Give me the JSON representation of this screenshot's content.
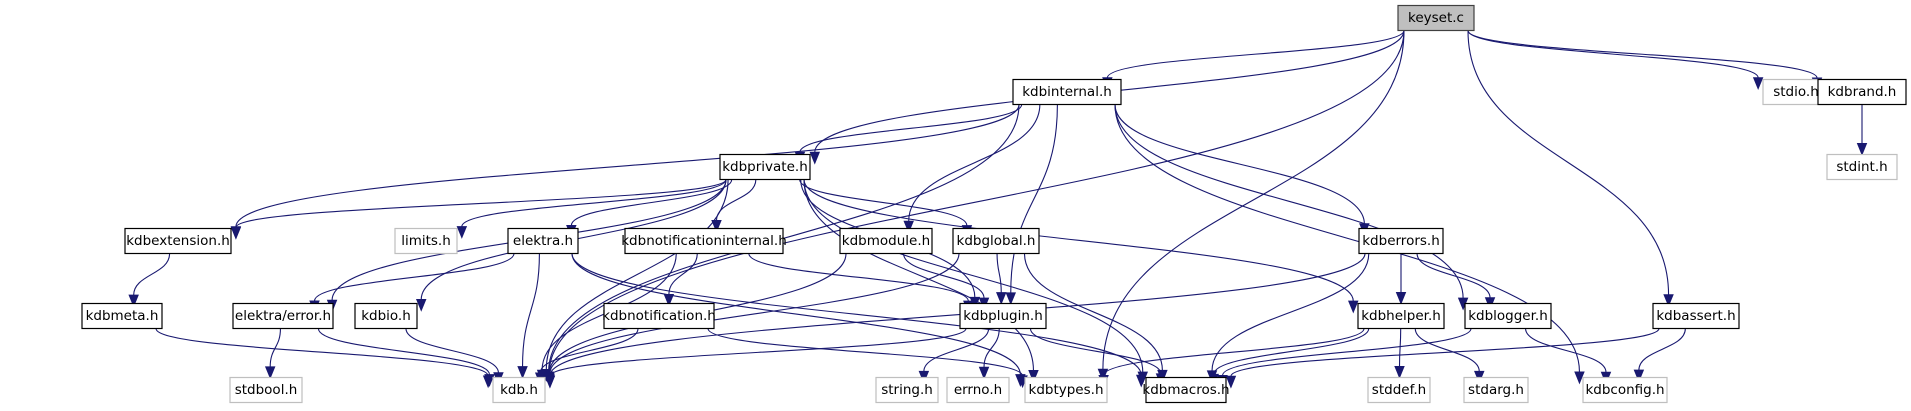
{
  "diagram": {
    "type": "include-dependency-graph",
    "root": "keyset.c",
    "colors": {
      "edge": "#191970",
      "root_fill": "#bfbfbf",
      "root_border": "#404040",
      "documented_fill": "#ffffff",
      "documented_border": "#000000",
      "external_fill": "#ffffff",
      "external_border": "#bfbfbf"
    },
    "nodes": [
      {
        "id": "keyset_c",
        "label": "keyset.c",
        "kind": "root"
      },
      {
        "id": "kdbinternal_h",
        "label": "kdbinternal.h",
        "kind": "documented"
      },
      {
        "id": "stdio_h",
        "label": "stdio.h",
        "kind": "external"
      },
      {
        "id": "kdbrand_h",
        "label": "kdbrand.h",
        "kind": "documented"
      },
      {
        "id": "stdint_h",
        "label": "stdint.h",
        "kind": "external"
      },
      {
        "id": "kdbprivate_h",
        "label": "kdbprivate.h",
        "kind": "documented"
      },
      {
        "id": "kdbextension_h",
        "label": "kdbextension.h",
        "kind": "documented"
      },
      {
        "id": "limits_h",
        "label": "limits.h",
        "kind": "external"
      },
      {
        "id": "elektra_h",
        "label": "elektra.h",
        "kind": "documented"
      },
      {
        "id": "kdbnotificationinternal_h",
        "label": "kdbnotificationinternal.h",
        "kind": "documented"
      },
      {
        "id": "kdbmodule_h",
        "label": "kdbmodule.h",
        "kind": "documented"
      },
      {
        "id": "kdbglobal_h",
        "label": "kdbglobal.h",
        "kind": "documented"
      },
      {
        "id": "kdberrors_h",
        "label": "kdberrors.h",
        "kind": "documented"
      },
      {
        "id": "kdbmeta_h",
        "label": "kdbmeta.h",
        "kind": "documented"
      },
      {
        "id": "elektra_error_h",
        "label": "elektra/error.h",
        "kind": "documented"
      },
      {
        "id": "kdbio_h",
        "label": "kdbio.h",
        "kind": "documented"
      },
      {
        "id": "kdbnotification_h",
        "label": "kdbnotification.h",
        "kind": "documented"
      },
      {
        "id": "kdbplugin_h",
        "label": "kdbplugin.h",
        "kind": "documented"
      },
      {
        "id": "kdbhelper_h",
        "label": "kdbhelper.h",
        "kind": "documented"
      },
      {
        "id": "kdblogger_h",
        "label": "kdblogger.h",
        "kind": "documented"
      },
      {
        "id": "kdbassert_h",
        "label": "kdbassert.h",
        "kind": "documented"
      },
      {
        "id": "stdbool_h",
        "label": "stdbool.h",
        "kind": "external"
      },
      {
        "id": "kdb_h",
        "label": "kdb.h",
        "kind": "external"
      },
      {
        "id": "string_h",
        "label": "string.h",
        "kind": "external"
      },
      {
        "id": "errno_h",
        "label": "errno.h",
        "kind": "external"
      },
      {
        "id": "kdbtypes_h",
        "label": "kdbtypes.h",
        "kind": "external"
      },
      {
        "id": "kdbmacros_h",
        "label": "kdbmacros.h",
        "kind": "documented"
      },
      {
        "id": "stddef_h",
        "label": "stddef.h",
        "kind": "external"
      },
      {
        "id": "stdarg_h",
        "label": "stdarg.h",
        "kind": "external"
      },
      {
        "id": "kdbconfig_h",
        "label": "kdbconfig.h",
        "kind": "external"
      }
    ],
    "edges": [
      [
        "keyset_c",
        "kdbinternal_h"
      ],
      [
        "keyset_c",
        "kdbprivate_h"
      ],
      [
        "keyset_c",
        "kdb_h"
      ],
      [
        "keyset_c",
        "kdbtypes_h"
      ],
      [
        "keyset_c",
        "stdio_h"
      ],
      [
        "keyset_c",
        "kdbrand_h"
      ],
      [
        "keyset_c",
        "kdbassert_h"
      ],
      [
        "kdbrand_h",
        "stdint_h"
      ],
      [
        "kdbinternal_h",
        "kdbprivate_h"
      ],
      [
        "kdbinternal_h",
        "kdb_h"
      ],
      [
        "kdbinternal_h",
        "kdbextension_h"
      ],
      [
        "kdbinternal_h",
        "kdbmodule_h"
      ],
      [
        "kdbinternal_h",
        "kdbplugin_h"
      ],
      [
        "kdbinternal_h",
        "kdberrors_h"
      ],
      [
        "kdbinternal_h",
        "kdblogger_h"
      ],
      [
        "kdbinternal_h",
        "kdbconfig_h"
      ],
      [
        "kdbprivate_h",
        "kdbextension_h"
      ],
      [
        "kdbprivate_h",
        "limits_h"
      ],
      [
        "kdbprivate_h",
        "elektra_h"
      ],
      [
        "kdbprivate_h",
        "kdbnotificationinternal_h"
      ],
      [
        "kdbprivate_h",
        "kdbglobal_h"
      ],
      [
        "kdbprivate_h",
        "elektra_error_h"
      ],
      [
        "kdbprivate_h",
        "kdbio_h"
      ],
      [
        "kdbprivate_h",
        "kdb_h"
      ],
      [
        "kdbprivate_h",
        "kdbplugin_h"
      ],
      [
        "kdbprivate_h",
        "kdbtypes_h"
      ],
      [
        "kdbprivate_h",
        "kdbmacros_h"
      ],
      [
        "kdbprivate_h",
        "kdbhelper_h"
      ],
      [
        "kdbextension_h",
        "kdbmeta_h"
      ],
      [
        "kdbmeta_h",
        "kdb_h"
      ],
      [
        "elektra_h",
        "elektra_error_h"
      ],
      [
        "elektra_h",
        "kdb_h"
      ],
      [
        "elektra_h",
        "kdbtypes_h"
      ],
      [
        "elektra_h",
        "kdbmacros_h"
      ],
      [
        "elektra_error_h",
        "stdbool_h"
      ],
      [
        "elektra_error_h",
        "kdb_h"
      ],
      [
        "kdbio_h",
        "kdb_h"
      ],
      [
        "kdbnotificationinternal_h",
        "kdbnotification_h"
      ],
      [
        "kdbnotificationinternal_h",
        "kdb_h"
      ],
      [
        "kdbnotificationinternal_h",
        "kdbplugin_h"
      ],
      [
        "kdbnotification_h",
        "kdb_h"
      ],
      [
        "kdbnotification_h",
        "kdbtypes_h"
      ],
      [
        "kdbmodule_h",
        "kdbplugin_h"
      ],
      [
        "kdbmodule_h",
        "kdb_h"
      ],
      [
        "kdbglobal_h",
        "kdbplugin_h"
      ],
      [
        "kdbglobal_h",
        "kdb_h"
      ],
      [
        "kdbglobal_h",
        "kdbmacros_h"
      ],
      [
        "kdbplugin_h",
        "kdb_h"
      ],
      [
        "kdbplugin_h",
        "string_h"
      ],
      [
        "kdbplugin_h",
        "errno_h"
      ],
      [
        "kdbplugin_h",
        "kdbmacros_h"
      ],
      [
        "kdberrors_h",
        "kdb_h"
      ],
      [
        "kdberrors_h",
        "kdbhelper_h"
      ],
      [
        "kdberrors_h",
        "kdblogger_h"
      ],
      [
        "kdberrors_h",
        "kdbmacros_h"
      ],
      [
        "kdbhelper_h",
        "kdbtypes_h"
      ],
      [
        "kdbhelper_h",
        "kdbmacros_h"
      ],
      [
        "kdbhelper_h",
        "stddef_h"
      ],
      [
        "kdbhelper_h",
        "stdarg_h"
      ],
      [
        "kdblogger_h",
        "kdbmacros_h"
      ],
      [
        "kdblogger_h",
        "kdbconfig_h"
      ],
      [
        "kdbassert_h",
        "kdbmacros_h"
      ],
      [
        "kdbassert_h",
        "kdbconfig_h"
      ]
    ]
  }
}
